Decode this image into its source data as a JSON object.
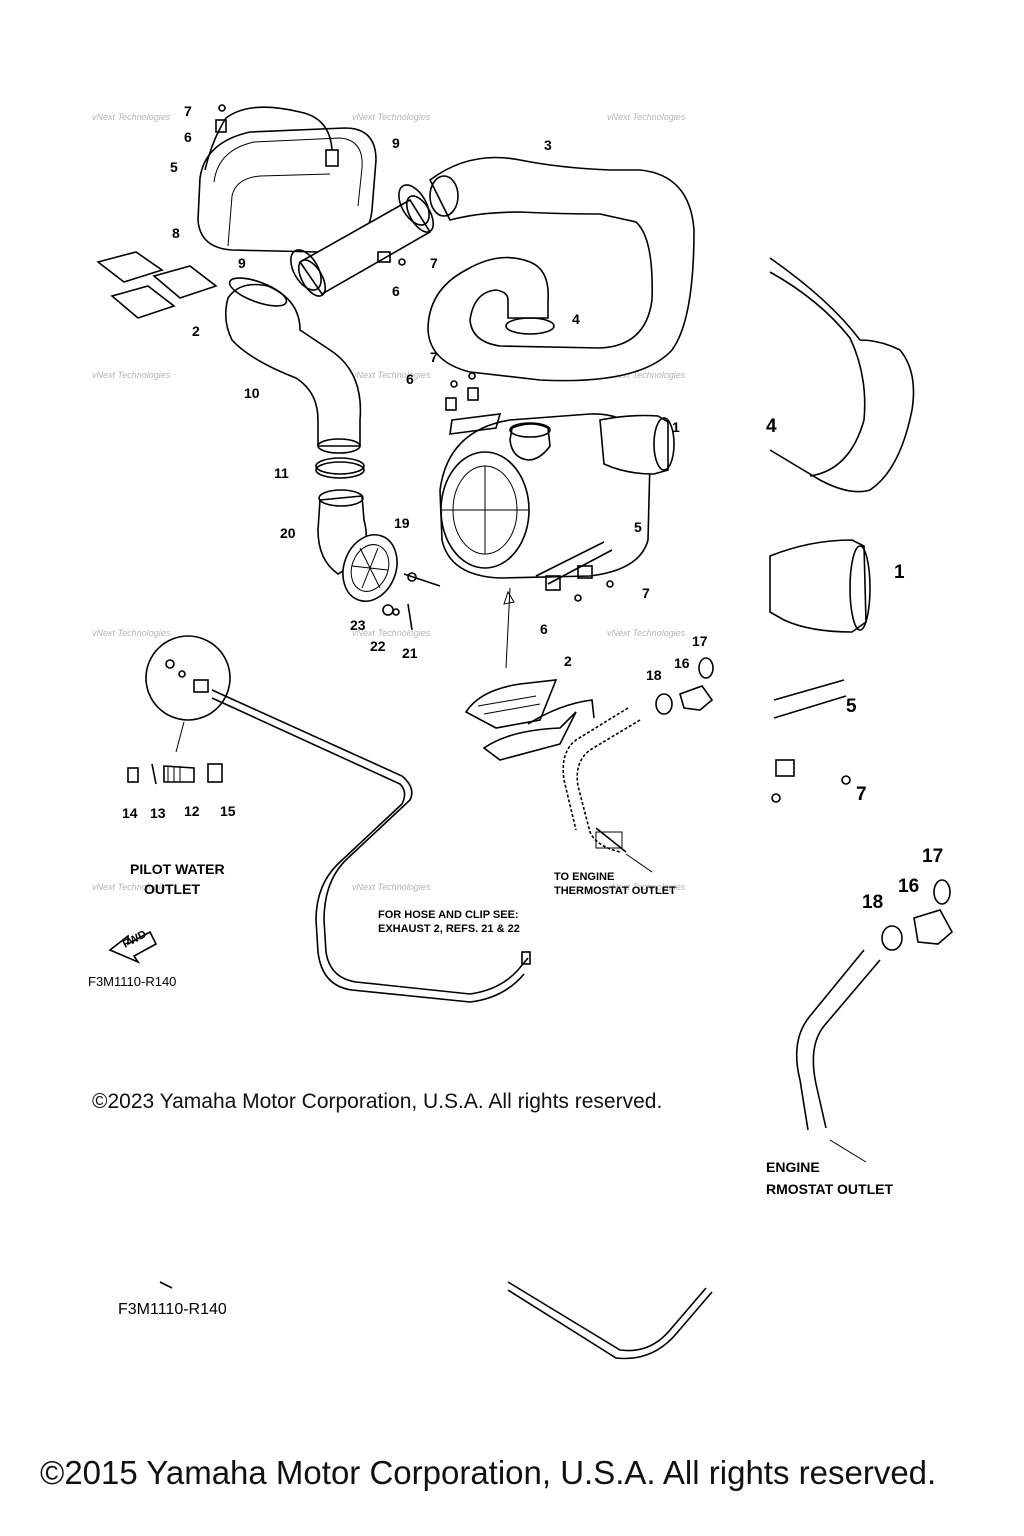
{
  "callouts": {
    "c7a": "7",
    "c6a": "6",
    "c5a": "5",
    "c8": "8",
    "c2a": "2",
    "c9a": "9",
    "c9b": "9",
    "c3": "3",
    "c7b": "7",
    "c6b": "6",
    "c4": "4",
    "c10": "10",
    "c7c": "7",
    "c6c": "6",
    "c1": "1",
    "c11": "11",
    "c19": "19",
    "c20": "20",
    "c5b": "5",
    "c7d": "7",
    "c6d": "6",
    "c23": "23",
    "c22": "22",
    "c21": "21",
    "c2b": "2",
    "c17": "17",
    "c16": "16",
    "c18": "18",
    "c14": "14",
    "c13": "13",
    "c12": "12",
    "c15": "15"
  },
  "zoom_callouts": {
    "z4": "4",
    "z1": "1",
    "z5": "5",
    "z7": "7",
    "z17": "17",
    "z16": "16",
    "z18": "18"
  },
  "notes": {
    "pilot_water_outlet_line1": "PILOT WATER",
    "pilot_water_outlet_line2": "OUTLET",
    "to_engine_line1": "TO ENGINE",
    "to_engine_line2": "THERMOSTAT OUTLET",
    "hose_clip_line1": "FOR HOSE AND CLIP SEE:",
    "hose_clip_line2": "EXHAUST 2, REFS. 21 & 22",
    "fwd": "FWD",
    "zoom_engine_line1": "ENGINE",
    "zoom_engine_line2": "RMOSTAT OUTLET"
  },
  "diagram_ref": "F3M1110-R140",
  "diagram_ref_zoom": "F3M1110-R140",
  "watermark": "vNext Technologies",
  "copyright_2023": "©2023 Yamaha Motor Corporation, U.S.A. All rights reserved.",
  "copyright_2015": "©2015 Yamaha Motor Corporation, U.S.A. All rights reserved."
}
